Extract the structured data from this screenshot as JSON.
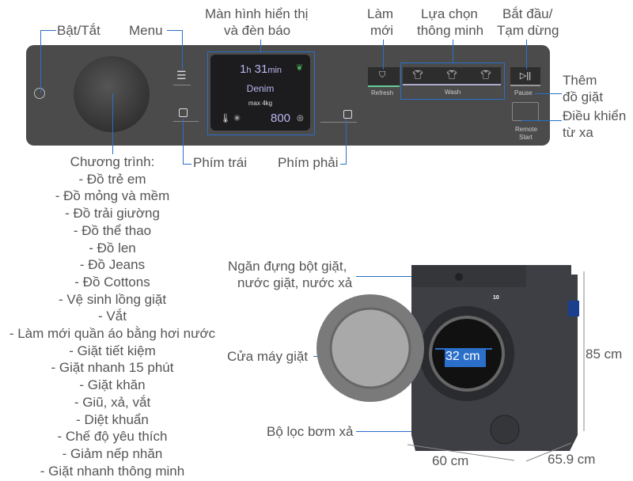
{
  "labels": {
    "power": "Bật/Tắt",
    "menu": "Menu",
    "display_1": "Màn hình hiển thị",
    "display_2": "và đèn báo",
    "refresh_1": "Làm",
    "refresh_2": "mới",
    "smart_1": "Lựa chọn",
    "smart_2": "thông minh",
    "start_1": "Bắt đầu/",
    "start_2": "Tạm dừng",
    "add_1": "Thêm",
    "add_2": "đồ giặt",
    "remote_1": "Điều khiển",
    "remote_2": "từ xa",
    "left_key": "Phím trái",
    "right_key": "Phím phải",
    "dispenser_1": "Ngăn đựng bột giặt,",
    "dispenser_2": "nước giặt, nước xả",
    "door": "Cửa máy giặt",
    "filter": "Bộ lọc bơm xả"
  },
  "panel": {
    "time_h": "1",
    "time_h_unit": "h",
    "time_m": "31",
    "time_m_unit": "min",
    "program": "Denim",
    "load": "max 4kg",
    "spin": "800",
    "refresh": "Refresh",
    "wash": "Wash",
    "pause": "Pause",
    "remote_start_1": "Remote",
    "remote_start_2": "Start"
  },
  "programs": {
    "title": "Chương trình:",
    "items": [
      "- Đồ trẻ em",
      "- Đồ mỏng và mềm",
      "- Đồ trải giường",
      "- Đồ thể thao",
      "- Đồ len",
      "- Đồ Jeans",
      "- Đồ Cottons",
      "- Vệ sinh lồng giặt",
      "- Vắt",
      "- Làm mới quần áo bằng hơi nước",
      "- Giặt tiết kiệm",
      "- Giặt nhanh 15 phút",
      "- Giặt khăn",
      "- Giũ, xả, vắt",
      "- Diệt khuẩn",
      "- Chế độ yêu thích",
      "- Giảm nếp nhăn",
      "- Giặt nhanh thông minh"
    ]
  },
  "dimensions": {
    "door_diameter": "32 cm",
    "height": "85 cm",
    "width": "60 cm",
    "depth": "65.9 cm"
  },
  "energy_label": "10",
  "colors": {
    "accent": "#2a6fc9",
    "panel": "#4b4b4b",
    "eco": "#4caf50"
  }
}
